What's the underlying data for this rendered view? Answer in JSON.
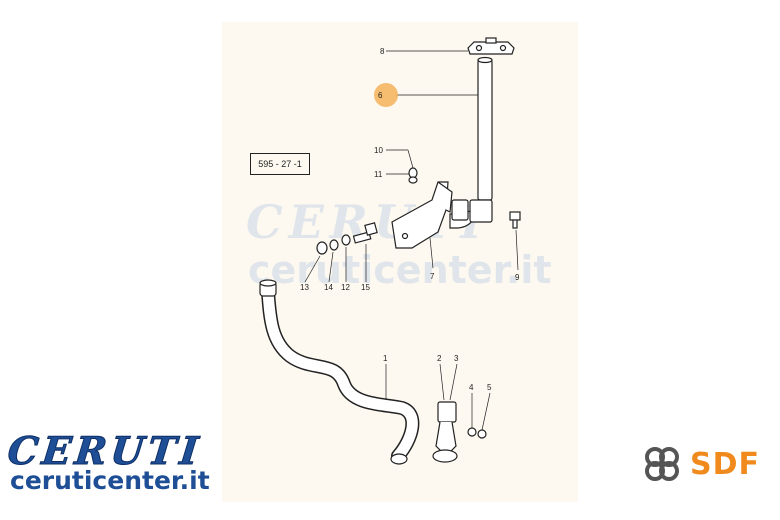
{
  "diagram": {
    "code": "595 - 27 -1",
    "callouts": [
      {
        "id": "c8",
        "text": "8"
      },
      {
        "id": "c6",
        "text": "6"
      },
      {
        "id": "c10",
        "text": "10"
      },
      {
        "id": "c11",
        "text": "11"
      },
      {
        "id": "c7",
        "text": "7"
      },
      {
        "id": "c9",
        "text": "9"
      },
      {
        "id": "c13",
        "text": "13"
      },
      {
        "id": "c14",
        "text": "14"
      },
      {
        "id": "c12",
        "text": "12"
      },
      {
        "id": "c15",
        "text": "15"
      },
      {
        "id": "c1",
        "text": "1"
      },
      {
        "id": "c2",
        "text": "2"
      },
      {
        "id": "c3",
        "text": "3"
      },
      {
        "id": "c4",
        "text": "4"
      },
      {
        "id": "c5",
        "text": "5"
      }
    ],
    "highlight_color": "#f5b35a",
    "line_color": "#222222"
  },
  "watermark": {
    "brand": "CERUTI",
    "url": "ceruticenter.it"
  },
  "logos": {
    "ceruti_word": "CERUTI",
    "ceruti_url": "ceruticenter.it",
    "ceruti_color": "#1e4e95",
    "sdf_text": "SDF",
    "sdf_color": "#f08a1c"
  }
}
